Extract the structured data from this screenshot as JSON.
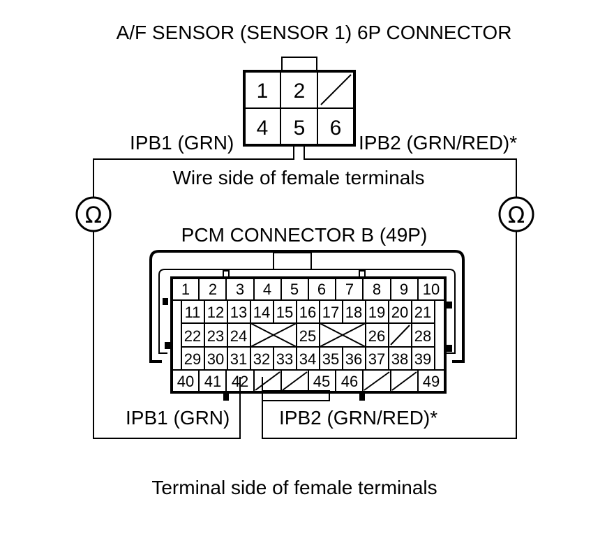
{
  "titles": {
    "af_connector": "A/F SENSOR (SENSOR 1) 6P CONNECTOR",
    "wire_side": "Wire side of female terminals",
    "pcm_connector": "PCM CONNECTOR B (49P)",
    "terminal_side": "Terminal side of female terminals"
  },
  "wires": {
    "ipb1_top": "IPB1 (GRN)",
    "ipb2_top": "IPB2 (GRN/RED)*",
    "ipb1_bottom": "IPB1 (GRN)",
    "ipb2_bottom": "IPB2 (GRN/RED)*"
  },
  "meters": {
    "symbol": "Ω"
  },
  "af_terminals": [
    "1",
    "2",
    "",
    "4",
    "5",
    "6"
  ],
  "pcm_rows": {
    "row1": [
      "1",
      "2",
      "3",
      "4",
      "5",
      "6",
      "7",
      "8",
      "9",
      "10"
    ],
    "row2": [
      "11",
      "12",
      "13",
      "14",
      "15",
      "16",
      "17",
      "18",
      "19",
      "20",
      "21"
    ],
    "row3": [
      "22",
      "23",
      "24",
      "25",
      "26",
      "28"
    ],
    "row4": [
      "29",
      "30",
      "31",
      "32",
      "33",
      "34",
      "35",
      "36",
      "37",
      "38",
      "39"
    ],
    "row5": [
      "40",
      "41",
      "42",
      "45",
      "46",
      "49"
    ]
  }
}
